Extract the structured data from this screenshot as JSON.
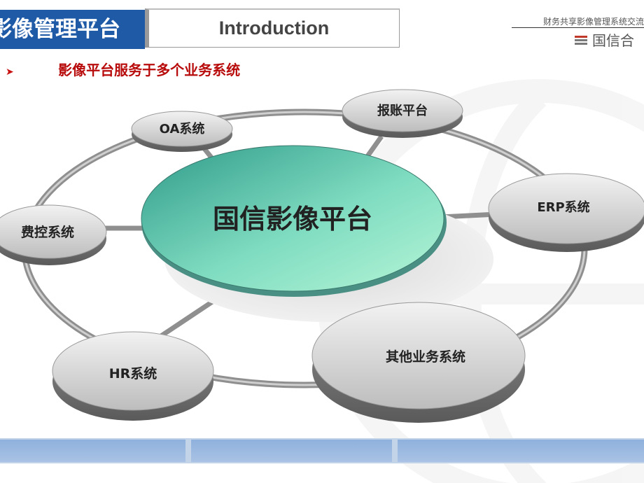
{
  "header": {
    "title": "影像管理平台",
    "intro": "Introduction",
    "note": "财务共享影像管理系统交流",
    "brand": "国信合",
    "brand_icon": "brand-logo-icon"
  },
  "bullet": {
    "icon": "arrow-bullet-icon",
    "text": "影像平台服务于多个业务系统"
  },
  "diagram": {
    "center": "国信影像平台",
    "nodes": {
      "oa": "OA系统",
      "reimburse": "报账平台",
      "erp": "ERP系统",
      "expense": "费控系统",
      "hr": "HR系统",
      "other": "其他业务系统"
    }
  },
  "colors": {
    "title_bg": "#1f5aa6",
    "accent_red": "#b80c0c",
    "center_fill": "#7fe0c0",
    "node_fill": "#d9d9d9",
    "footer": "#9fbbe0"
  }
}
